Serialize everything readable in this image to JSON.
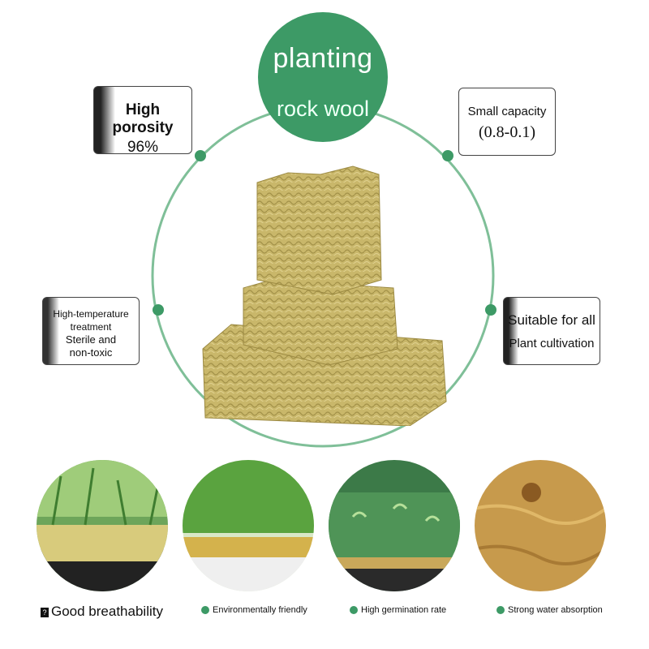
{
  "title": {
    "line1": "planting",
    "line2": "rock wool"
  },
  "features": {
    "porosity": {
      "label": "High porosity",
      "value": "96%"
    },
    "capacity": {
      "label": "Small capacity",
      "value": "(0.8-0.1)"
    },
    "sterile": {
      "line1": "High-temperature",
      "line2": "treatment",
      "line3": "Sterile and",
      "line4": "non-toxic"
    },
    "suitable": {
      "line1": "Suitable for all",
      "line2": "Plant cultivation"
    }
  },
  "captions": [
    "Good breathability",
    "Environmentally friendly",
    "High germination rate",
    "Strong water absorption"
  ],
  "colors": {
    "accent": "#3d9a66",
    "wool": "#c9b76a"
  },
  "icons": {
    "caption_bullet": "green-dot-icon",
    "unknown_glyph": "question-box-icon"
  }
}
